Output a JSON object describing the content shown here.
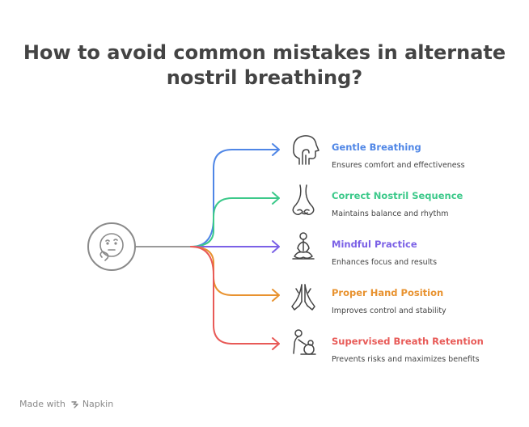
{
  "title": {
    "line1": "How to avoid common mistakes in alternate",
    "line2": "nostril breathing?"
  },
  "center_icon": "thinking-face-icon",
  "branches": [
    {
      "heading": "Gentle Breathing",
      "description": "Ensures comfort and effectiveness",
      "color": "#4f86e6",
      "icon": "head-profile-icon"
    },
    {
      "heading": "Correct Nostril Sequence",
      "description": "Maintains balance and rhythm",
      "color": "#3cc98a",
      "icon": "nose-icon"
    },
    {
      "heading": "Mindful Practice",
      "description": "Enhances focus and results",
      "color": "#7b61e6",
      "icon": "meditation-icon"
    },
    {
      "heading": "Proper Hand Position",
      "description": "Improves control and stability",
      "color": "#e8922f",
      "icon": "praying-hands-icon"
    },
    {
      "heading": "Supervised Breath Retention",
      "description": "Prevents risks and maximizes benefits",
      "color": "#e85a57",
      "icon": "supervision-icon"
    }
  ],
  "footer": {
    "made_with": "Made with",
    "brand": "Napkin"
  }
}
